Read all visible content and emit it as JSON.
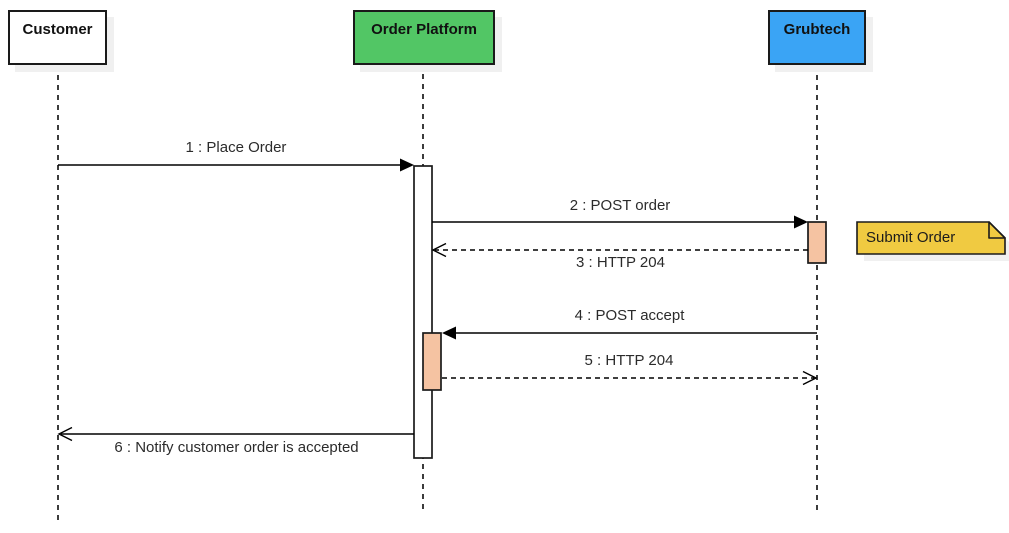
{
  "diagram": {
    "type": "uml-sequence-diagram",
    "actors": [
      {
        "label": "Customer",
        "fill": "#FFFFFF"
      },
      {
        "label": "Order Platform",
        "fill": "#52C665"
      },
      {
        "label": "Grubtech",
        "fill": "#3AA4F5"
      }
    ],
    "messages": [
      {
        "seq": 1,
        "label": "1 : Place Order",
        "from": "Customer",
        "to": "Order Platform",
        "line": "solid",
        "arrowhead": "filled"
      },
      {
        "seq": 2,
        "label": "2 : POST order",
        "from": "Order Platform",
        "to": "Grubtech",
        "line": "solid",
        "arrowhead": "filled"
      },
      {
        "seq": 3,
        "label": "3 : HTTP 204",
        "from": "Grubtech",
        "to": "Order Platform",
        "line": "dashed",
        "arrowhead": "open"
      },
      {
        "seq": 4,
        "label": "4 : POST accept",
        "from": "Grubtech",
        "to": "Order Platform",
        "line": "solid",
        "arrowhead": "filled"
      },
      {
        "seq": 5,
        "label": "5 : HTTP 204",
        "from": "Order Platform",
        "to": "Grubtech",
        "line": "dashed",
        "arrowhead": "open"
      },
      {
        "seq": 6,
        "label": "6 : Notify customer order is accepted",
        "from": "Order Platform",
        "to": "Customer",
        "line": "solid",
        "arrowhead": "open"
      }
    ],
    "note": {
      "label": "Submit Order",
      "fill": "#F0CA41",
      "attached_to": "Grubtech"
    },
    "colors": {
      "background": "#FFFFFF",
      "stroke": "#1A1A1A",
      "lifeline": "#3C3C3C",
      "activation_fill": "#F5C3A2",
      "activation_main_fill": "#FFFFFF",
      "note_fill": "#F0CA41",
      "shadow": "#F0F0F0",
      "actor_customer_fill": "#FFFFFF",
      "actor_order_platform_fill": "#52C665",
      "actor_grubtech_fill": "#3AA4F5"
    }
  }
}
